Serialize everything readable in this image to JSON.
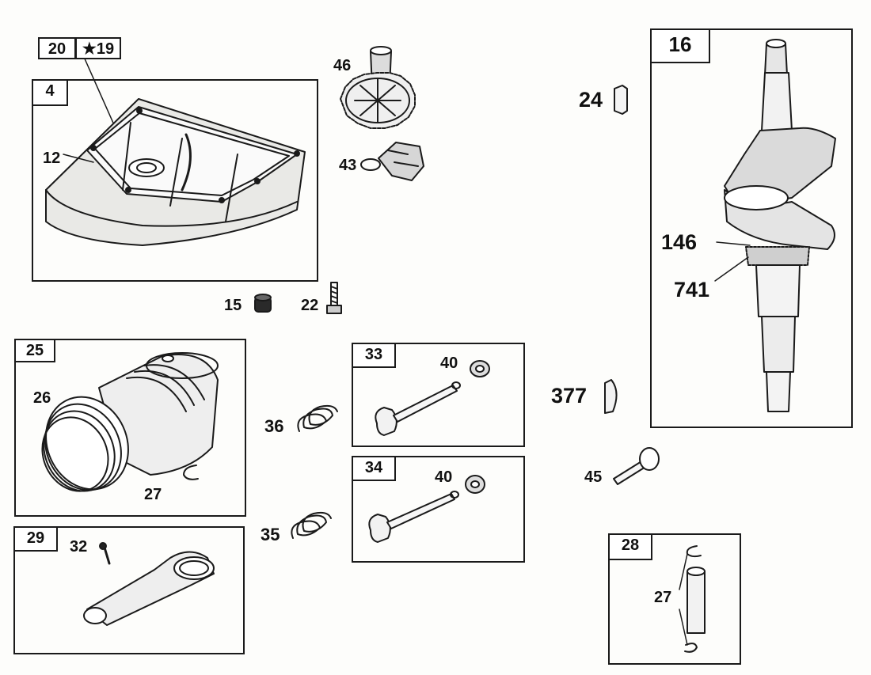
{
  "groups": {
    "g4": {
      "tag": "4",
      "parts": {
        "sub20": "20",
        "sub19": "★19",
        "p12": "12"
      }
    },
    "g16": {
      "tag": "16",
      "parts": {
        "p146": "146",
        "p741": "741"
      }
    },
    "g25": {
      "tag": "25",
      "parts": {
        "p26": "26",
        "p27": "27"
      }
    },
    "g29": {
      "tag": "29",
      "parts": {
        "p32": "32"
      }
    },
    "g33": {
      "tag": "33",
      "parts": {
        "p40": "40"
      }
    },
    "g34": {
      "tag": "34",
      "parts": {
        "p40": "40"
      }
    },
    "g28": {
      "tag": "28",
      "parts": {
        "p27": "27"
      }
    }
  },
  "loose": {
    "p46": "46",
    "p43": "43",
    "p24": "24",
    "p15": "15",
    "p22": "22",
    "p36": "36",
    "p35": "35",
    "p377": "377",
    "p45": "45"
  }
}
